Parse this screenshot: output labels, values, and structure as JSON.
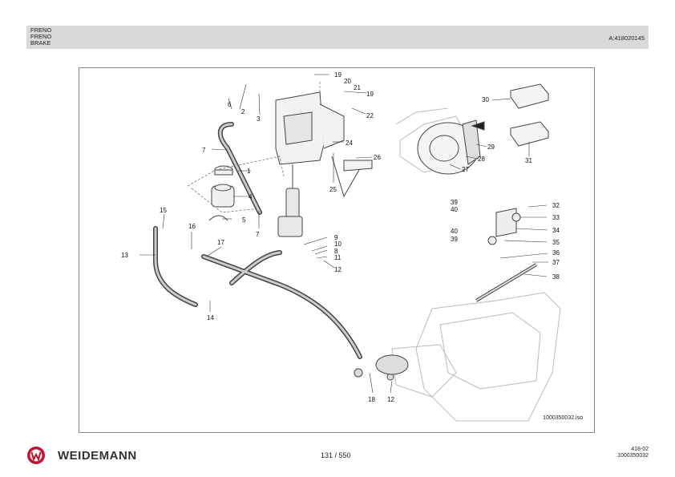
{
  "header": {
    "titles": [
      "FRENO",
      "FRENO",
      "BRAKE"
    ],
    "code": "A:418020145"
  },
  "diagram": {
    "image_id": "1000350032.iso",
    "callouts": [
      "1",
      "2",
      "3",
      "4",
      "5",
      "6",
      "7",
      "7",
      "8",
      "9",
      "10",
      "11",
      "12",
      "12",
      "13",
      "14",
      "15",
      "16",
      "17",
      "18",
      "19",
      "19",
      "20",
      "21",
      "22",
      "24",
      "25",
      "26",
      "27",
      "28",
      "29",
      "30",
      "31",
      "32",
      "33",
      "34",
      "35",
      "36",
      "37",
      "38",
      "39",
      "39",
      "40",
      "40"
    ]
  },
  "footer": {
    "brand": "WEIDEMANN",
    "page": "131 / 550",
    "ref_line1": "418-02",
    "ref_line2": "1000350032"
  },
  "colors": {
    "header_bg": "#d9d9d9",
    "logo_red": "#c8102e"
  }
}
